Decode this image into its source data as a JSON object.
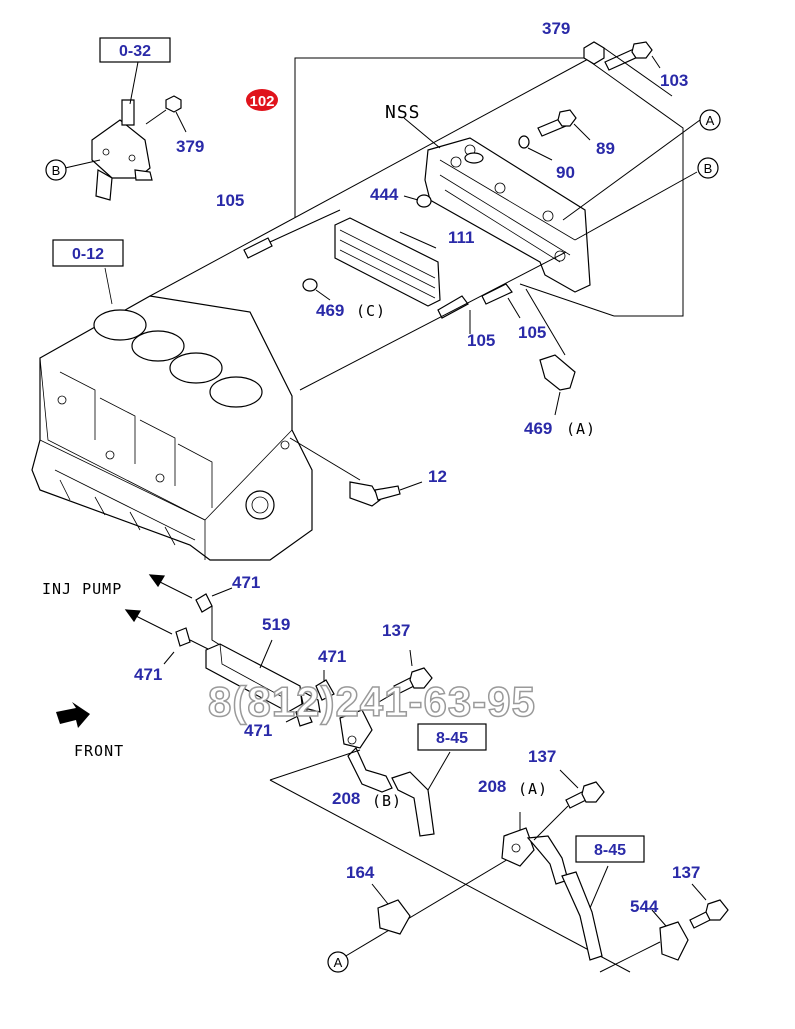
{
  "reference_boxes": {
    "ref_0_32": "0-32",
    "ref_0_12": "0-12",
    "ref_8_45_a": "8-45",
    "ref_8_45_b": "8-45"
  },
  "highlight_badge": "102",
  "part_numbers": {
    "p379_top": "379",
    "p103": "103",
    "p379_left": "379",
    "p89": "89",
    "p90": "90",
    "p444": "444",
    "p111": "111",
    "p105_left": "105",
    "p469_c": "469",
    "p105_mid": "105",
    "p105_right": "105",
    "p469_a": "469",
    "p12": "12",
    "p471_top": "471",
    "p519": "519",
    "p471_left": "471",
    "p471_mid": "471",
    "p471_low": "471",
    "p137_top": "137",
    "p208_b": "208",
    "p208_a": "208",
    "p137_mid": "137",
    "p164": "164",
    "p137_low": "137",
    "p544": "544"
  },
  "qualifiers": {
    "q469_c": "(C)",
    "q469_a": "(A)",
    "q208_b": "(B)",
    "q208_a": "(A)"
  },
  "circle_markers": {
    "cm_a_top": "A",
    "cm_b_top": "B",
    "cm_b_left": "B",
    "cm_a_bottom": "A"
  },
  "text_labels": {
    "nss": "NSS",
    "inj_pump": "INJ PUMP",
    "front": "FRONT"
  },
  "watermark": "8(812)241-63-95",
  "colors": {
    "part_number": "#2a2aa8",
    "badge": "#e0141c",
    "line": "#000000"
  }
}
